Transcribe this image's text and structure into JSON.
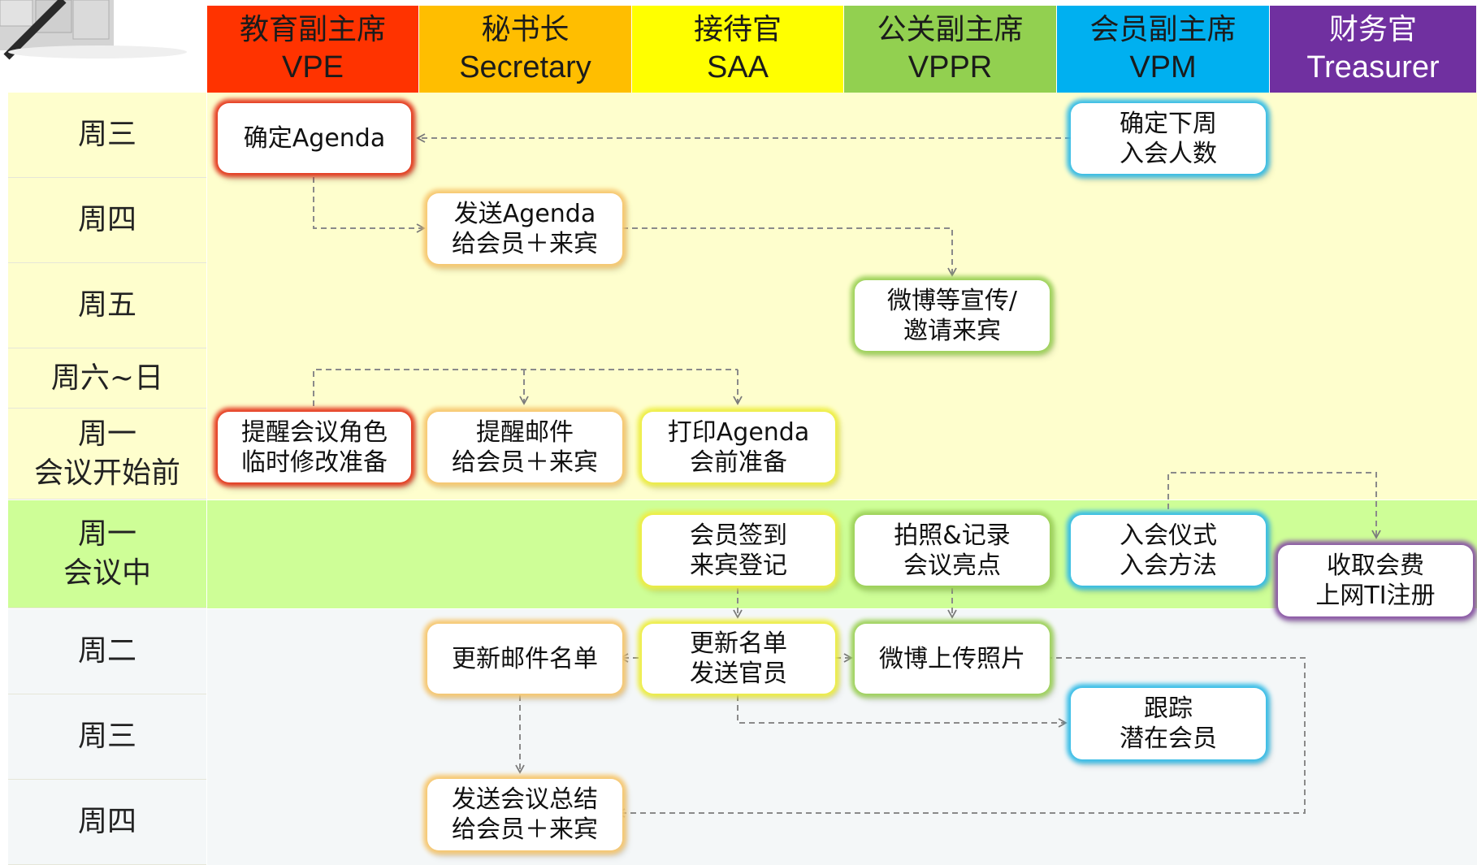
{
  "columns": [
    {
      "cn": "教育副主席",
      "en": "VPE",
      "color": "#ff3300"
    },
    {
      "cn": "秘书长",
      "en": "Secretary",
      "color": "#ffbe00"
    },
    {
      "cn": "接待官",
      "en": "SAA",
      "color": "#ffff00"
    },
    {
      "cn": "公关副主席",
      "en": "VPPR",
      "color": "#92d050"
    },
    {
      "cn": "会员副主席",
      "en": "VPM",
      "color": "#00b0f0"
    },
    {
      "cn": "财务官",
      "en": "Treasurer",
      "color": "#7030a0"
    }
  ],
  "rows": [
    {
      "line1": "周三",
      "line2": ""
    },
    {
      "line1": "周四",
      "line2": ""
    },
    {
      "line1": "周五",
      "line2": ""
    },
    {
      "line1": "周六~日",
      "line2": ""
    },
    {
      "line1": "周一",
      "line2": "会议开始前"
    },
    {
      "line1": "周一",
      "line2": "会议中"
    },
    {
      "line1": "周二",
      "line2": ""
    },
    {
      "line1": "周三",
      "line2": ""
    },
    {
      "line1": "周四",
      "line2": ""
    }
  ],
  "tasks": {
    "confirm_agenda": {
      "line1": "确定Agenda",
      "line2": ""
    },
    "confirm_new_members": {
      "line1": "确定下周",
      "line2": "入会人数"
    },
    "send_agenda": {
      "line1": "发送Agenda",
      "line2": "给会员＋来宾"
    },
    "weibo_promo": {
      "line1": "微博等宣传/",
      "line2": "邀请来宾"
    },
    "remind_roles": {
      "line1": "提醒会议角色",
      "line2": "临时修改准备"
    },
    "remind_email": {
      "line1": "提醒邮件",
      "line2": "给会员＋来宾"
    },
    "print_agenda": {
      "line1": "打印Agenda",
      "line2": "会前准备"
    },
    "member_signin": {
      "line1": "会员签到",
      "line2": "来宾登记"
    },
    "photo_highlights": {
      "line1": "拍照&记录",
      "line2": "会议亮点"
    },
    "induction": {
      "line1": "入会仪式",
      "line2": "入会方法"
    },
    "collect_fees": {
      "line1": "收取会费",
      "line2": "上网TI注册"
    },
    "update_email_list": {
      "line1": "更新邮件名单",
      "line2": ""
    },
    "update_roster": {
      "line1": "更新名单",
      "line2": "发送官员"
    },
    "weibo_photos": {
      "line1": "微博上传照片",
      "line2": ""
    },
    "follow_up": {
      "line1": "跟踪",
      "line2": "潜在会员"
    },
    "send_summary": {
      "line1": "发送会议总结",
      "line2": "给会员＋来宾"
    }
  }
}
